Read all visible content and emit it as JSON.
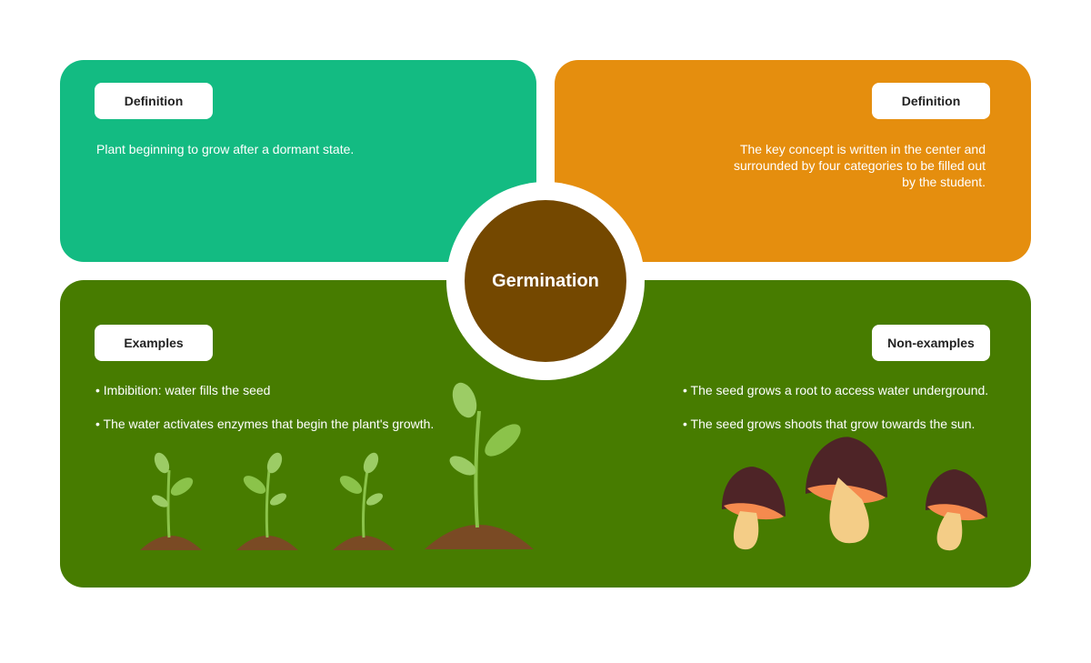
{
  "center": {
    "title": "Germination"
  },
  "top_left": {
    "label": "Definition",
    "text": "Plant beginning to grow after a dormant state."
  },
  "top_right": {
    "label": "Definition",
    "lines": [
      "The key concept is written in the center and",
      "surrounded by four categories to be filled out",
      "by the student."
    ]
  },
  "bottom_left": {
    "label": "Examples",
    "bullets": [
      "• Imbibition: water fills the seed",
      "• The water activates enzymes that begin the plant's growth."
    ]
  },
  "bottom_right": {
    "label": "Non-examples",
    "bullets": [
      "• The seed grows a root to access water underground.",
      "• The seed grows shoots that grow towards the sun."
    ]
  },
  "colors": {
    "teal": "#13bb82",
    "orange": "#e58e0e",
    "green": "#477c00",
    "brown": "#744800"
  }
}
